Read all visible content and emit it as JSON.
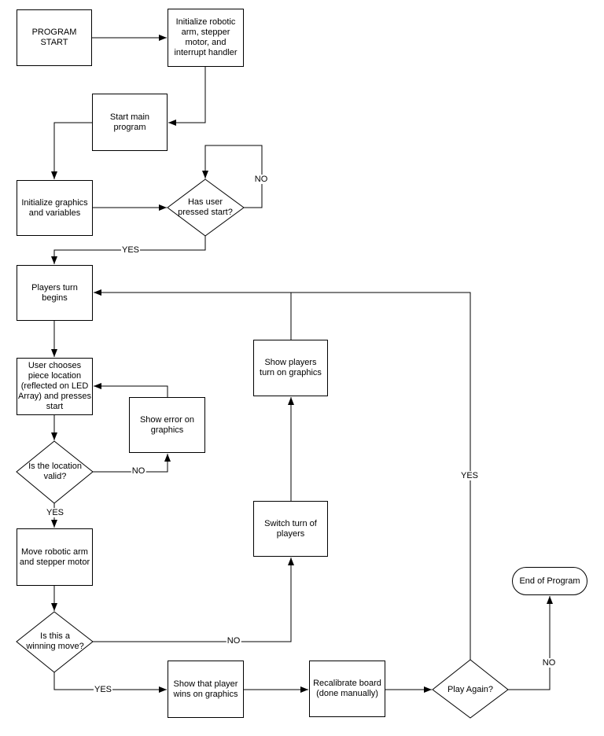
{
  "diagram": {
    "type": "flowchart",
    "nodes": {
      "program_start": {
        "label": "PROGRAM START",
        "shape": "process"
      },
      "init_robotic": {
        "label": "Initialize robotic arm, stepper motor, and interrupt handler",
        "shape": "process"
      },
      "start_main": {
        "label": "Start main program",
        "shape": "process"
      },
      "init_graphics": {
        "label": "Initialize graphics and variables",
        "shape": "process"
      },
      "pressed_start": {
        "label": "Has user pressed start?",
        "shape": "decision"
      },
      "players_turn": {
        "label": "Players turn begins",
        "shape": "process"
      },
      "user_chooses": {
        "label": "User chooses piece location (reflected on LED Array) and presses start",
        "shape": "process"
      },
      "show_error": {
        "label": "Show error on graphics",
        "shape": "process"
      },
      "location_valid": {
        "label": "Is the location valid?",
        "shape": "decision"
      },
      "move_arm": {
        "label": "Move robotic arm and stepper motor",
        "shape": "process"
      },
      "winning_move": {
        "label": "Is this a winning move?",
        "shape": "decision"
      },
      "switch_turn": {
        "label": "Switch turn of players",
        "shape": "process"
      },
      "show_players_turn": {
        "label": "Show players turn on graphics",
        "shape": "process"
      },
      "show_winner": {
        "label": "Show that player wins on graphics",
        "shape": "process"
      },
      "recalibrate": {
        "label": "Recalibrate board (done manually)",
        "shape": "process"
      },
      "play_again": {
        "label": "Play Again?",
        "shape": "decision"
      },
      "end_program": {
        "label": "End of Program",
        "shape": "terminator"
      }
    },
    "edge_labels": {
      "pressed_start_no": "NO",
      "pressed_start_yes": "YES",
      "location_valid_no": "NO",
      "location_valid_yes": "YES",
      "winning_move_no": "NO",
      "winning_move_yes": "YES",
      "play_again_yes": "YES",
      "play_again_no": "NO"
    },
    "colors": {
      "line": "#000000",
      "fill": "#ffffff",
      "text": "#000000"
    }
  }
}
